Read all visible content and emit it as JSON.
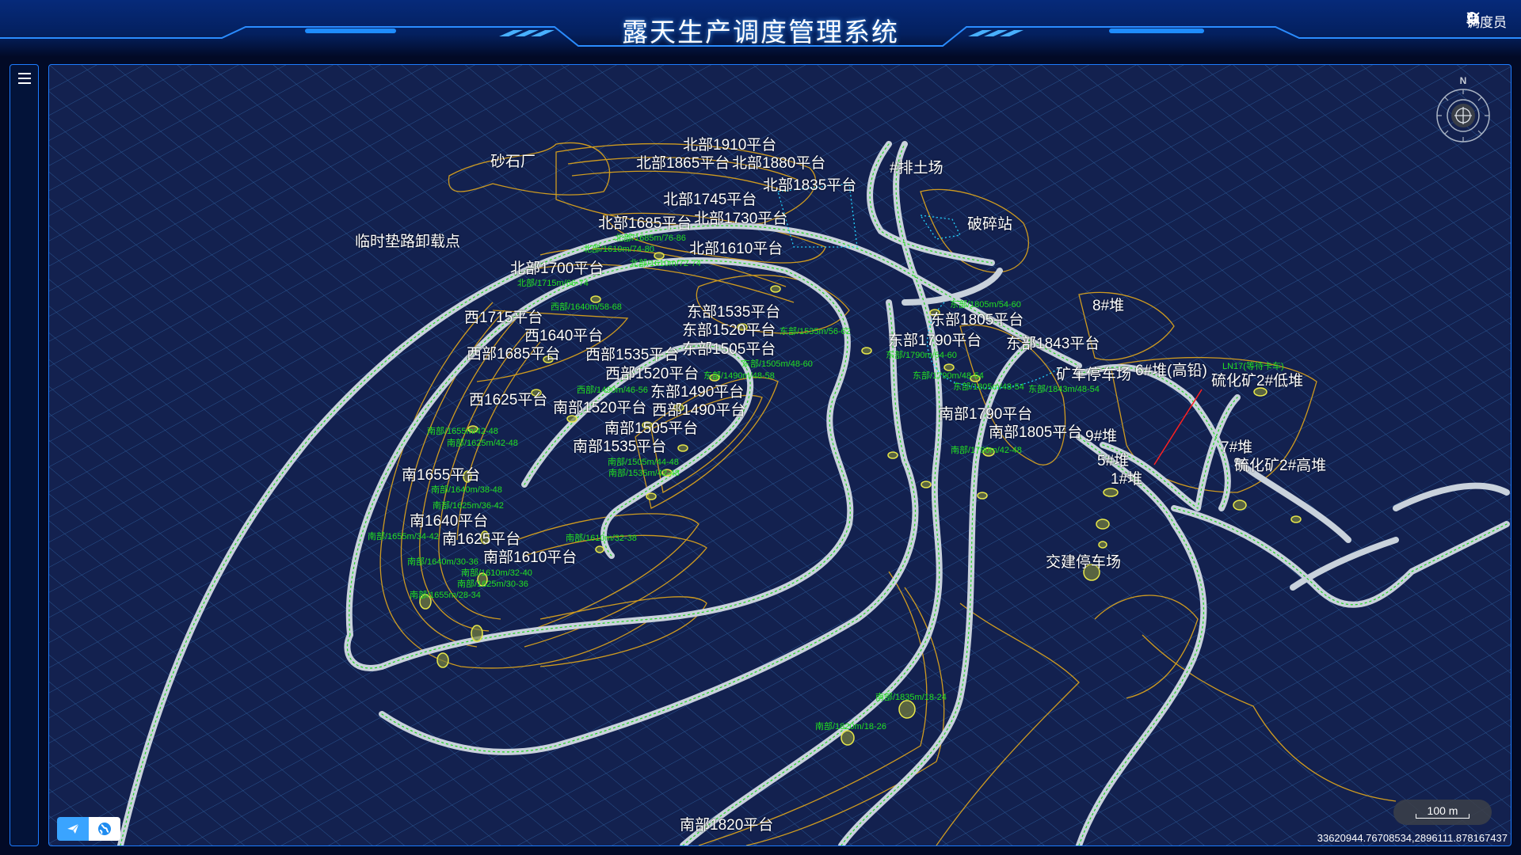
{
  "header": {
    "title": "露天生产调度管理系统",
    "user": "调度员",
    "icons": [
      "search-icon",
      "collapse-icon",
      "bell-icon",
      "chevron-down-icon"
    ]
  },
  "sidebar": {
    "icon": "menu-icon"
  },
  "map": {
    "compass_label": "N",
    "scale_label": "100 m",
    "coordinates": "33620944.76708534,2896111.878167437",
    "labels": [
      "砂石厂",
      "临时垫路卸载点",
      "北部1910平台",
      "北部1880平台",
      "北部1865平台",
      "北部1835平台",
      "#排土场",
      "北部1745平台",
      "北部1730平台",
      "北部1685平台",
      "破碎站",
      "北部1610平台",
      "北部1700平台",
      "8#堆",
      "东部1535平台",
      "东部1520平台",
      "西1715平台",
      "西1640平台",
      "西部1685平台",
      "东部1805平台",
      "东部1790平台",
      "东部1843平台",
      "东部1505平台",
      "西部1535平台",
      "西部1520平台",
      "东部1490平台",
      "西部1490平台",
      "矿车停车场",
      "6#堆(高铅)",
      "硫化矿2#低堆",
      "西1625平台",
      "南部1505平台",
      "南部1520平台",
      "南部1535平台",
      "南部1790平台",
      "南部1805平台",
      "9#堆",
      "7#堆",
      "硫化矿2#高堆",
      "5#堆",
      "1#堆",
      "南1655平台",
      "南1640平台",
      "南1625平台",
      "南部1610平台",
      "交建停车场",
      "南部1820平台"
    ],
    "small_labels": [
      "北部/1685m/76-86",
      "北部/1610m/74-80",
      "北部/1610m/72-74",
      "北部/1715m/66-74",
      "西部/1640m/58-68",
      "东部/1535m/56-62",
      "东部/1505m/48-60",
      "东部/1490m/48-58",
      "西部/1490m/46-56",
      "南部/1505m/44-48",
      "南部/1535m/42-48",
      "东部/1790m/54-60",
      "东部/1805m/54-60",
      "东部/1790m/48-54",
      "东部/1805m/48-54",
      "东部/1843m/48-54",
      "南部/1790m/42-48",
      "LN17(等待卡车)",
      "南部/1655m/42-48",
      "南部/1625m/42-48",
      "南部/1640m/38-48",
      "南部/1625m/36-42",
      "南部/1655m/34-42",
      "南部/1610m/32-40",
      "南部/1640m/30-36",
      "南部/1625m/30-36",
      "南部/1655m/28-34",
      "南部/1610m/32-38",
      "南部/1835m/18-24",
      "南部/1820m/18-26"
    ],
    "toolbar": {
      "locate": "paper-plane-icon",
      "globe": "globe-icon"
    }
  },
  "colors": {
    "road": "#cfd6de",
    "road_center": "#2bd62b",
    "contour": "#d9a21e",
    "label": "#ffffff",
    "small_label": "#22e022",
    "border": "#1d7cff"
  }
}
